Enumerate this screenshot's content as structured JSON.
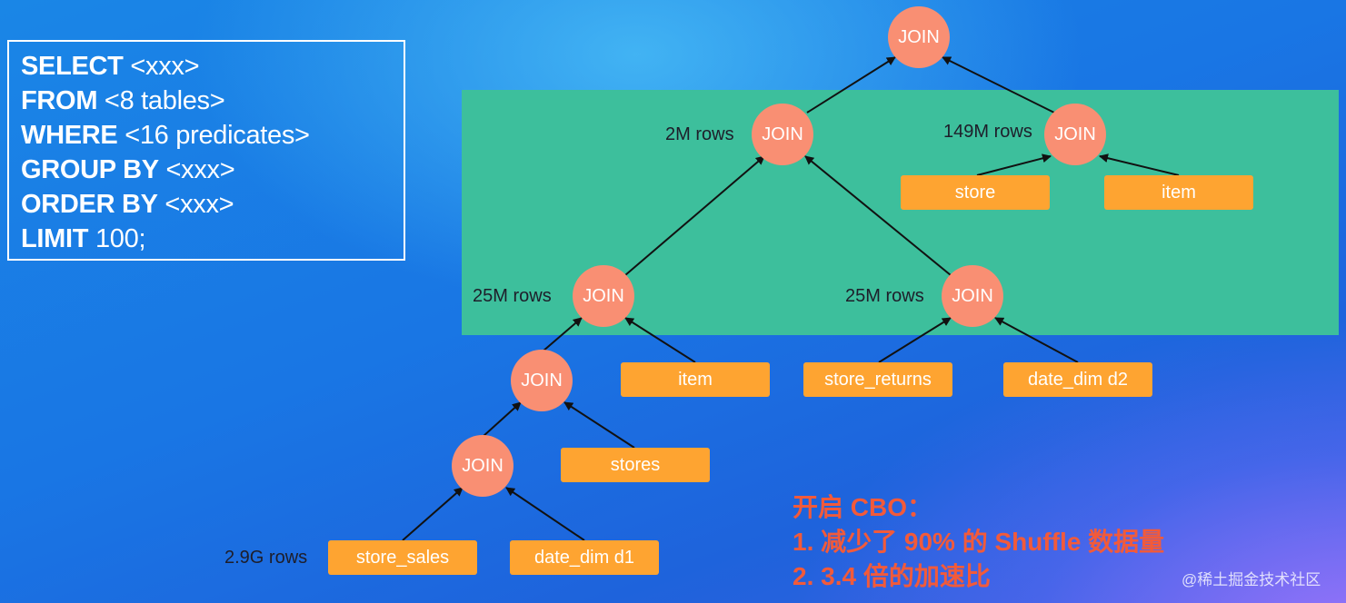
{
  "sql": {
    "lines": [
      {
        "kw": "SELECT",
        "rest": " <xxx>"
      },
      {
        "kw": "FROM",
        "rest": " <8 tables>"
      },
      {
        "kw": "WHERE",
        "rest": " <16 predicates>"
      },
      {
        "kw": "GROUP BY",
        "rest": " <xxx>"
      },
      {
        "kw": "ORDER BY",
        "rest": " <xxx>"
      },
      {
        "kw": "LIMIT",
        "rest": " 100;"
      }
    ]
  },
  "plan": {
    "join_label": "JOIN",
    "row_counts": {
      "j_top_left": "2M rows",
      "j_top_right": "149M rows",
      "j_mid_left": "25M rows",
      "j_mid_right": "25M rows",
      "store_sales": "2.9G rows"
    },
    "tables": {
      "store_right": "store",
      "item_right": "item",
      "item_left": "item",
      "store_returns": "store_returns",
      "date_dim_d2": "date_dim d2",
      "stores": "stores",
      "store_sales": "store_sales",
      "date_dim_d1": "date_dim d1"
    }
  },
  "cbo": {
    "title": "开启 CBO：",
    "point1": "1. 减少了 90% 的 Shuffle 数据量",
    "point2": "2. 3.4 倍的加速比"
  },
  "watermark": "@稀土掘金技术社区",
  "colors": {
    "join_node": "#f98f73",
    "table_box": "#fea431",
    "highlight_panel": "#3dbf9c",
    "cbo_text": "#f25a3a"
  }
}
